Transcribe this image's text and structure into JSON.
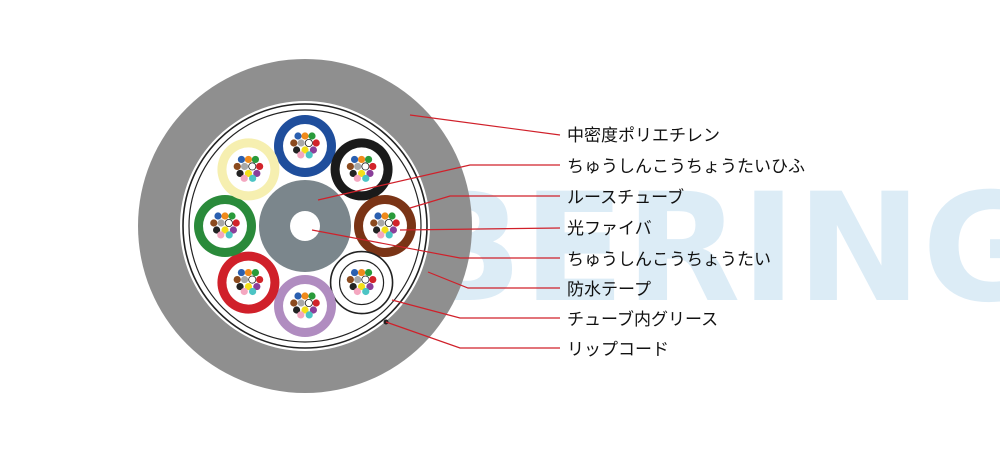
{
  "labels": [
    "中密度ポリエチレン",
    "ちゅうしんこうちょうたいひふ",
    "ルースチューブ",
    "光ファイバ",
    "ちゅうしんこうちょうたい",
    "防水テープ",
    "チューブ内グリース",
    "リップコード"
  ],
  "watermark": "FIBERING",
  "colors": {
    "jacket": "#8f8f8f",
    "central_member_coat": "#7b868c",
    "leader": "#d0202a",
    "watermark": "#9cc9e8"
  },
  "tubes": [
    {
      "name": "blue",
      "color": "#1f4e9c"
    },
    {
      "name": "black",
      "color": "#1a1a1a"
    },
    {
      "name": "brown",
      "color": "#7a3416"
    },
    {
      "name": "white",
      "color": "#ffffff"
    },
    {
      "name": "purple",
      "color": "#b08cc0"
    },
    {
      "name": "red",
      "color": "#d0202a"
    },
    {
      "name": "green",
      "color": "#2a8a3a"
    },
    {
      "name": "yellow",
      "color": "#f6efb0"
    }
  ],
  "fiber_colors": [
    "#2a5fb0",
    "#f08a1c",
    "#2a9a3a",
    "#8b4a1e",
    "#a8a8a8",
    "#ffffff",
    "#d2232a",
    "#222222",
    "#f3e01a",
    "#8a3f9a",
    "#f4a7c0",
    "#4cc4c4"
  ]
}
